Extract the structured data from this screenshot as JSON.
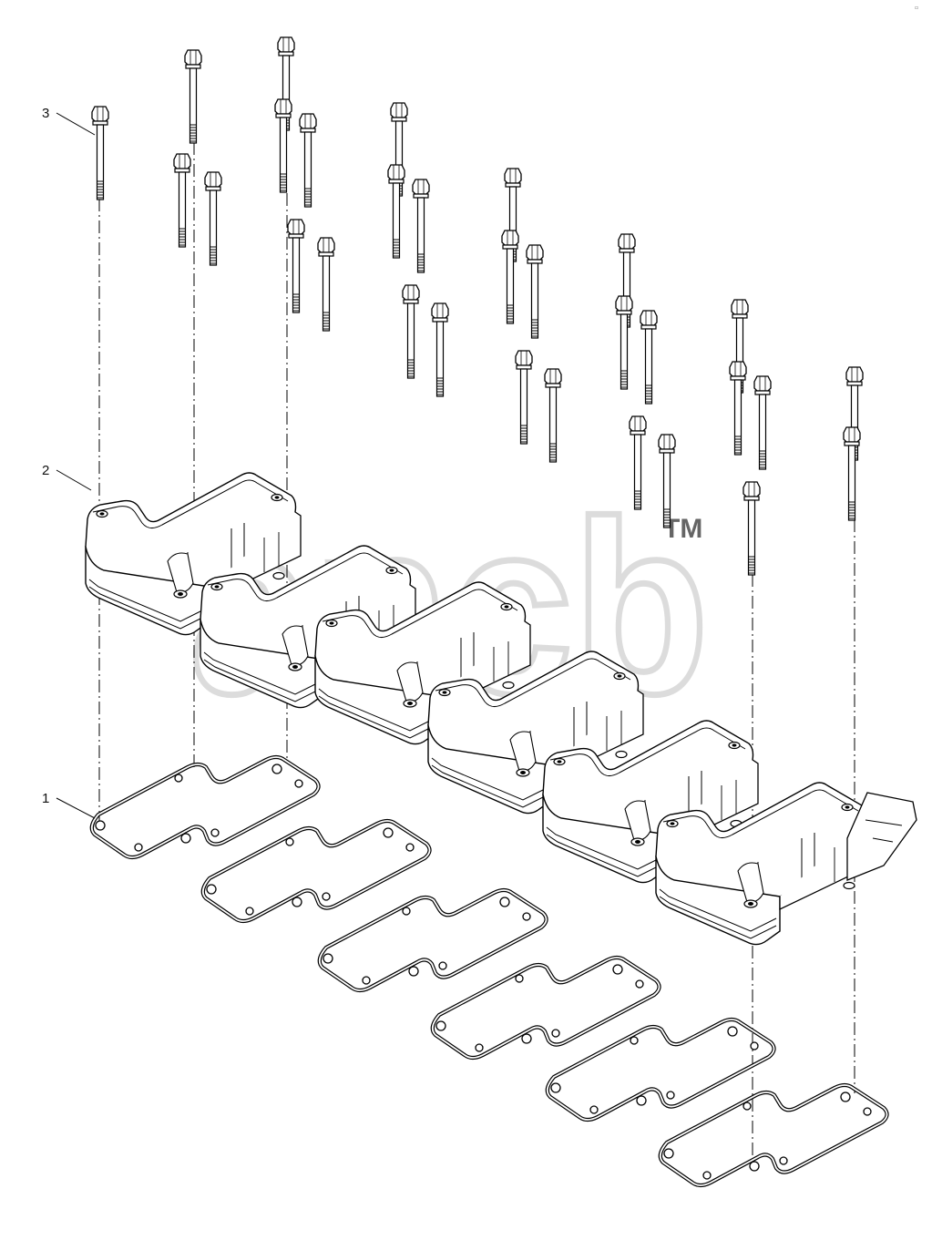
{
  "diagram": {
    "corner_mark": "▫",
    "watermark": {
      "text": "ancb",
      "trademark": "TM",
      "color": "#d9d9d9"
    },
    "callouts": [
      {
        "id": "1",
        "label": "1",
        "part": "gasket"
      },
      {
        "id": "2",
        "label": "2",
        "part": "cover"
      },
      {
        "id": "3",
        "label": "3",
        "part": "bolt"
      }
    ],
    "line_color": "#000000",
    "counts": {
      "covers": 6,
      "gaskets": 6
    }
  }
}
